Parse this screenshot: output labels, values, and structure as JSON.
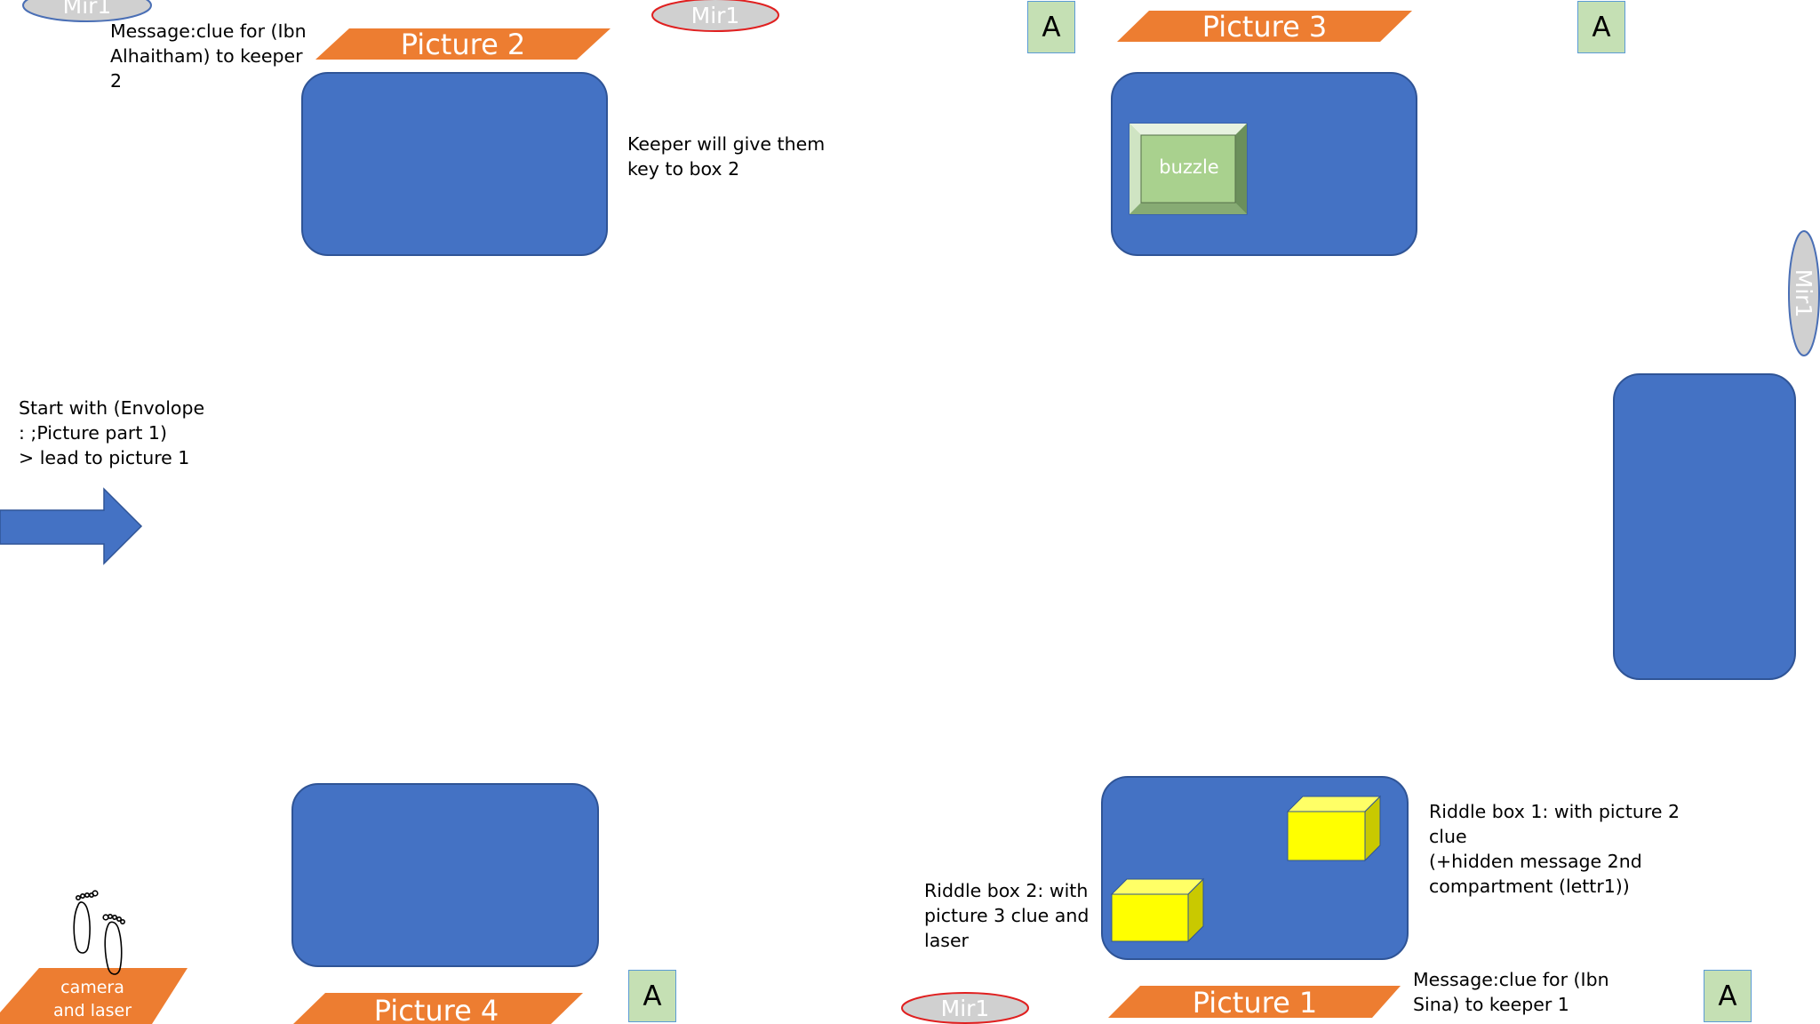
{
  "notes": {
    "msg_alhaitham": "Message:clue for (Ibn\nAlhaitham) to keeper\n2",
    "keeper_key": "Keeper will give them\nkey to box 2",
    "start": "Start with (Envolope\n: ;Picture part 1)\n>  lead to picture 1",
    "riddle_box_1": "Riddle box 1: with picture 2\nclue\n(+hidden message 2nd\ncompartment (lettr1))",
    "riddle_box_2": "Riddle box 2: with\npicture 3 clue and\nlaser",
    "msg_sina": "Message:clue for (Ibn\nSina) to keeper 1"
  },
  "pictures": {
    "picture_1": "Picture 1",
    "picture_2": "Picture 2",
    "picture_3": "Picture 3",
    "picture_4": "Picture 4",
    "camera_line1": "camera",
    "camera_line2": "and laser"
  },
  "mirrors": {
    "label": "Mir1"
  },
  "a_label": "A",
  "buzzle": "buzzle",
  "colors": {
    "box_blue": "#4472c4",
    "picture_orange": "#ed7d31",
    "a_green": "#c5e0b4",
    "cube_yellow": "#ffff00",
    "mirror_red": "#e02020"
  }
}
